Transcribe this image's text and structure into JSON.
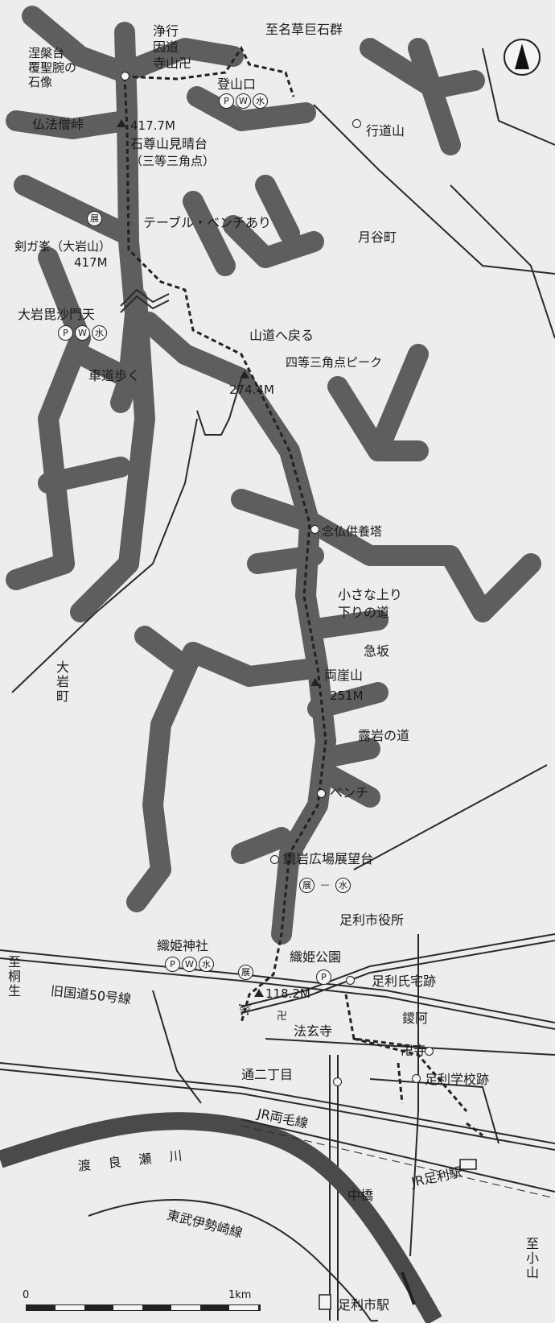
{
  "labels": {
    "joko": "浄行",
    "indo": "因道",
    "teraya": "寺山卍",
    "to_nagusa": "至名草巨石群",
    "nehan1": "涅槃台",
    "nehan2": "覆聖腕の",
    "nehan3": "石像",
    "tozanguchi": "登山口",
    "bupposhin": "仏法僧峠",
    "alt_417_7": "417.7M",
    "sekisonzan": "石尊山見晴台",
    "santo": "（三等三角点）",
    "gyodosan": "行道山",
    "table_bench": "テーブル・ベンチあり",
    "kengamine": "剣ガ峯（大岩山）",
    "alt_417": "417M",
    "tsukiya": "月谷町",
    "oiwa_bishamon": "大岩毘沙門天",
    "sando_modoru": "山道へ戻る",
    "yonto": "四等三角点ピーク",
    "shado": "車道歩く",
    "alt_274": "274.4M",
    "nenbutsu": "念仏供養塔",
    "chiisana1": "小さな上り",
    "chiisana2": "下りの道",
    "oiwa_town": "大岩町",
    "kyuzaka": "急坂",
    "ryogaisan": "両崖山",
    "alt_251": "251M",
    "roganmichi": "露岩の道",
    "bench": "ベンチ",
    "tenbodai": "鏡岩広場展望台",
    "shiyakusho": "足利市役所",
    "orihime_jinja": "織姫神社",
    "orihime_koen": "織姫公園",
    "alt_118": "118.2M",
    "ashikaga_taku": "足利氏宅跡",
    "to_kiryu": "至桐生",
    "kyukokudo": "旧国道50号線",
    "hogenji": "法玄寺",
    "banna": "鑁阿",
    "bannaji": "卍寺",
    "tori2": "通二丁目",
    "gakko": "足利学校跡",
    "ryomo": "JR両毛線",
    "watarase": "渡良瀬川",
    "nakabashi": "中橋",
    "jr_ashikaga": "JR足利駅",
    "tobu": "東武伊勢崎線",
    "to_oyama": "至小山",
    "tobu_ashikaga": "足利市駅",
    "scale0": "0",
    "scale1": "1km"
  },
  "badges": {
    "p": "P",
    "w": "W",
    "water": "水",
    "view": "展"
  },
  "icons": [
    "north-arrow-icon",
    "summit-triangle-icon",
    "point-circle-icon",
    "temple-icon",
    "shrine-icon"
  ],
  "colors": {
    "ridge": "#5e5e5e",
    "road": "#2a2a2a",
    "trail": "#222222",
    "paper": "#ededed"
  }
}
